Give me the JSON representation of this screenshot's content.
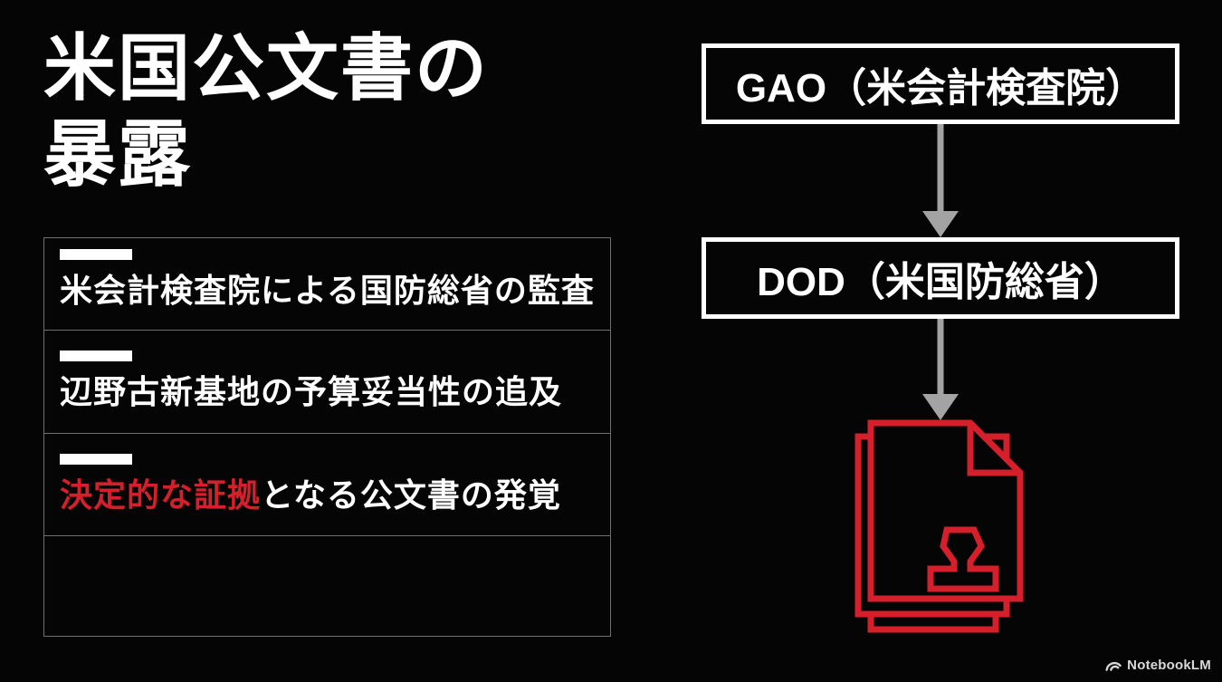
{
  "slide": {
    "title": "米国公文書の\n暴露",
    "list": {
      "items": [
        {
          "red": "",
          "white": "米会計検査院による国防総省の監査"
        },
        {
          "red": "",
          "white": "辺野古新基地の予算妥当性の追及"
        },
        {
          "red": "決定的な証拠",
          "white": "となる公文書の発覚"
        },
        {
          "red": "",
          "white": ""
        }
      ]
    },
    "flow": {
      "node_gao": "GAO（米会計検査院）",
      "node_dod": "DOD（米国防総省）",
      "result_icon": "stamped-document-icon"
    },
    "watermark": "NotebookLM",
    "colors": {
      "background": "#050505",
      "text_white": "#ffffff",
      "accent_red": "#d5202c",
      "arrow_gray": "#a3a3a3",
      "list_border_gray": "#6f6f6f"
    }
  }
}
